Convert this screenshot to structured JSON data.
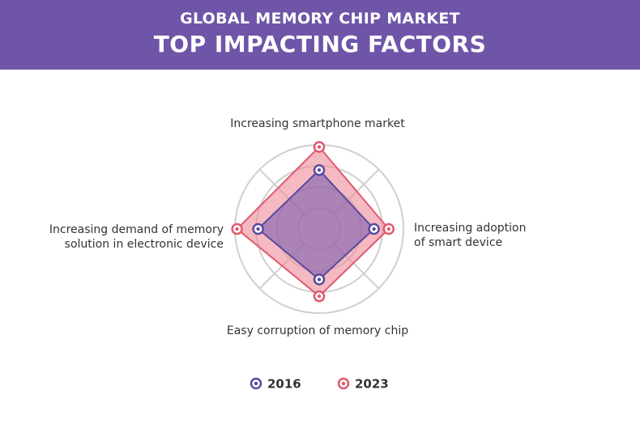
{
  "header": {
    "line1": "GLOBAL MEMORY CHIP MARKET",
    "line2": "TOP IMPACTING FACTORS"
  },
  "chart_data": {
    "type": "radar",
    "title": "",
    "axes": [
      [
        "Increasing smartphone market"
      ],
      [
        "Increasing adoption",
        "of smart device"
      ],
      [
        "Easy corruption of memory chip"
      ],
      [
        "Increasing demand of memory",
        "solution in electronic device"
      ]
    ],
    "rlim": [
      0,
      4
    ],
    "grid": true,
    "legend_position": "bottom",
    "series": [
      {
        "name": "2016",
        "values": [
          2.8,
          2.6,
          2.4,
          2.9
        ],
        "color": "#5a4aa0",
        "fill": "#7a5fb0"
      },
      {
        "name": "2023",
        "values": [
          3.9,
          3.3,
          3.2,
          3.9
        ],
        "color": "#e05a6e",
        "fill": "#ee8a98"
      }
    ]
  }
}
